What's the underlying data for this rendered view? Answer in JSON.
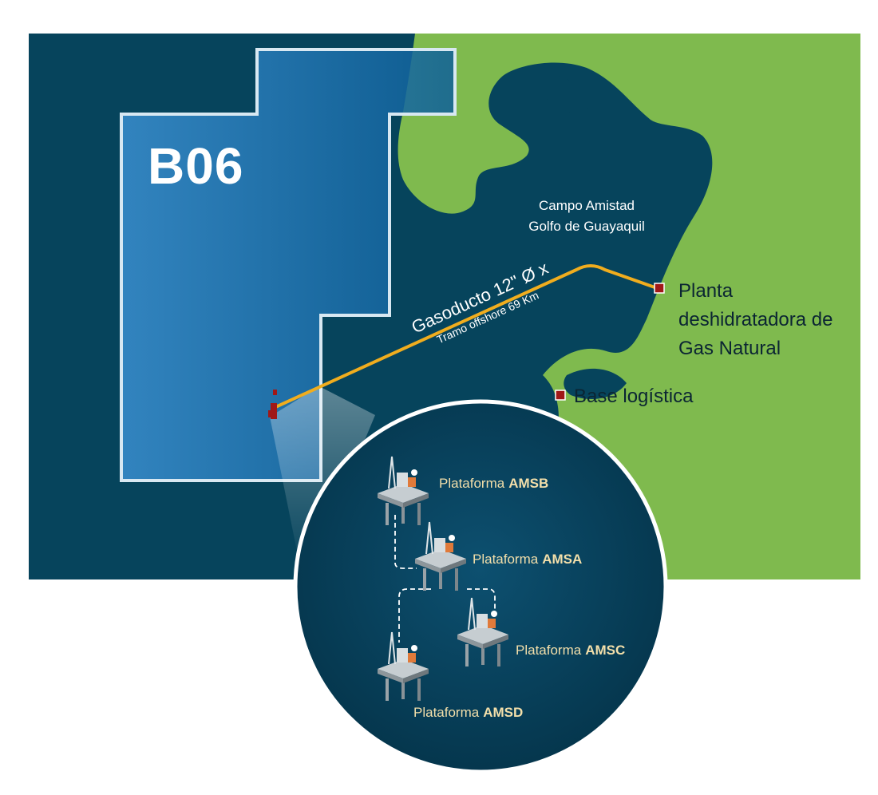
{
  "colors": {
    "sea": "#06445c",
    "land": "#7fba4e",
    "block": "#1f6fae",
    "pipeline": "#f0ad1e",
    "marker": "#a01818",
    "platform_label": "#f3dfaa"
  },
  "block": {
    "label": "B06"
  },
  "field": {
    "line1": "Campo Amistad",
    "line2": "Golfo de Guayaquil"
  },
  "pipeline": {
    "title": "Gasoducto 12\" Ø x",
    "subtitle": "Tramo offshore 69 Km"
  },
  "plant": {
    "line1": "Planta",
    "line2": "deshidratadora de",
    "line3": "Gas Natural"
  },
  "base": {
    "label": "Base logística"
  },
  "platforms": [
    {
      "prefix": "Plataforma",
      "code": "AMSB"
    },
    {
      "prefix": "Plataforma",
      "code": "AMSA"
    },
    {
      "prefix": "Plataforma",
      "code": "AMSC"
    },
    {
      "prefix": "Plataforma",
      "code": "AMSD"
    }
  ]
}
